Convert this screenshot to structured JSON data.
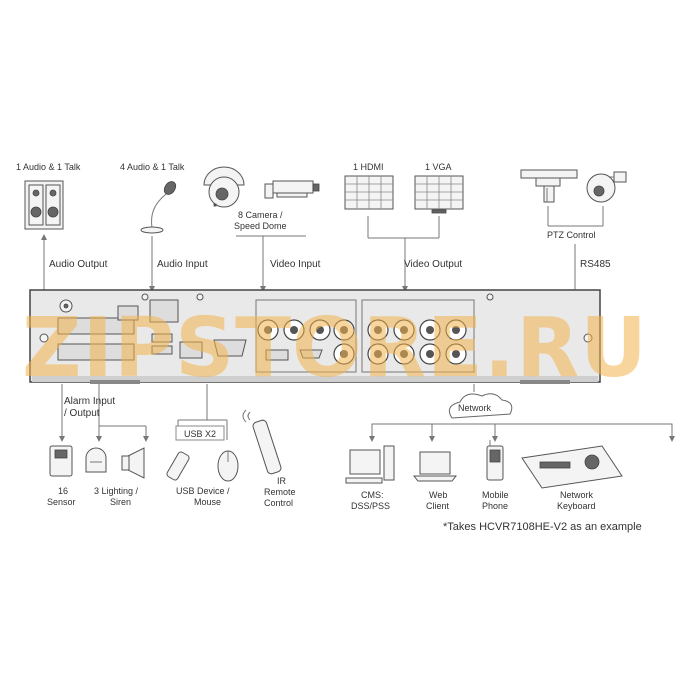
{
  "top_devices": {
    "audio_talk_1": "1 Audio  & 1 Talk",
    "audio_talk_4": "4 Audio & 1 Talk",
    "camera": "8 Camera /\nSpeed Dome",
    "camera_line1": "8 Camera /",
    "camera_line2": "Speed Dome",
    "hdmi": "1 HDMI",
    "vga": "1 VGA",
    "ptz": "PTZ Control"
  },
  "top_connections": {
    "audio_output": "Audio  Output",
    "audio_input": "Audio  Input",
    "video_input": "Video Input",
    "video_output": "Video Output",
    "rs485": "RS485"
  },
  "bottom_connections": {
    "alarm_line1": "Alarm Input",
    "alarm_line2": "/ Output",
    "usb": "USB X2",
    "network": "Network"
  },
  "bottom_devices": {
    "sensor_line1": "16",
    "sensor_line2": "Sensor",
    "lighting_line1": "3 Lighting /",
    "lighting_line2": "Siren",
    "usb_line1": "USB Device /",
    "usb_line2": "Mouse",
    "ir_line1": "IR",
    "ir_line2": "Remote",
    "ir_line3": "Control",
    "cms_line1": "CMS:",
    "cms_line2": "DSS/PSS",
    "web_line1": "Web",
    "web_line2": "Client",
    "mobile_line1": "Mobile",
    "mobile_line2": "Phone",
    "keyboard_line1": "Network",
    "keyboard_line2": "Keyboard"
  },
  "footnote": "*Takes  HCVR7108HE-V2  as  an  example",
  "watermark": "ZIPSTORE.RU"
}
